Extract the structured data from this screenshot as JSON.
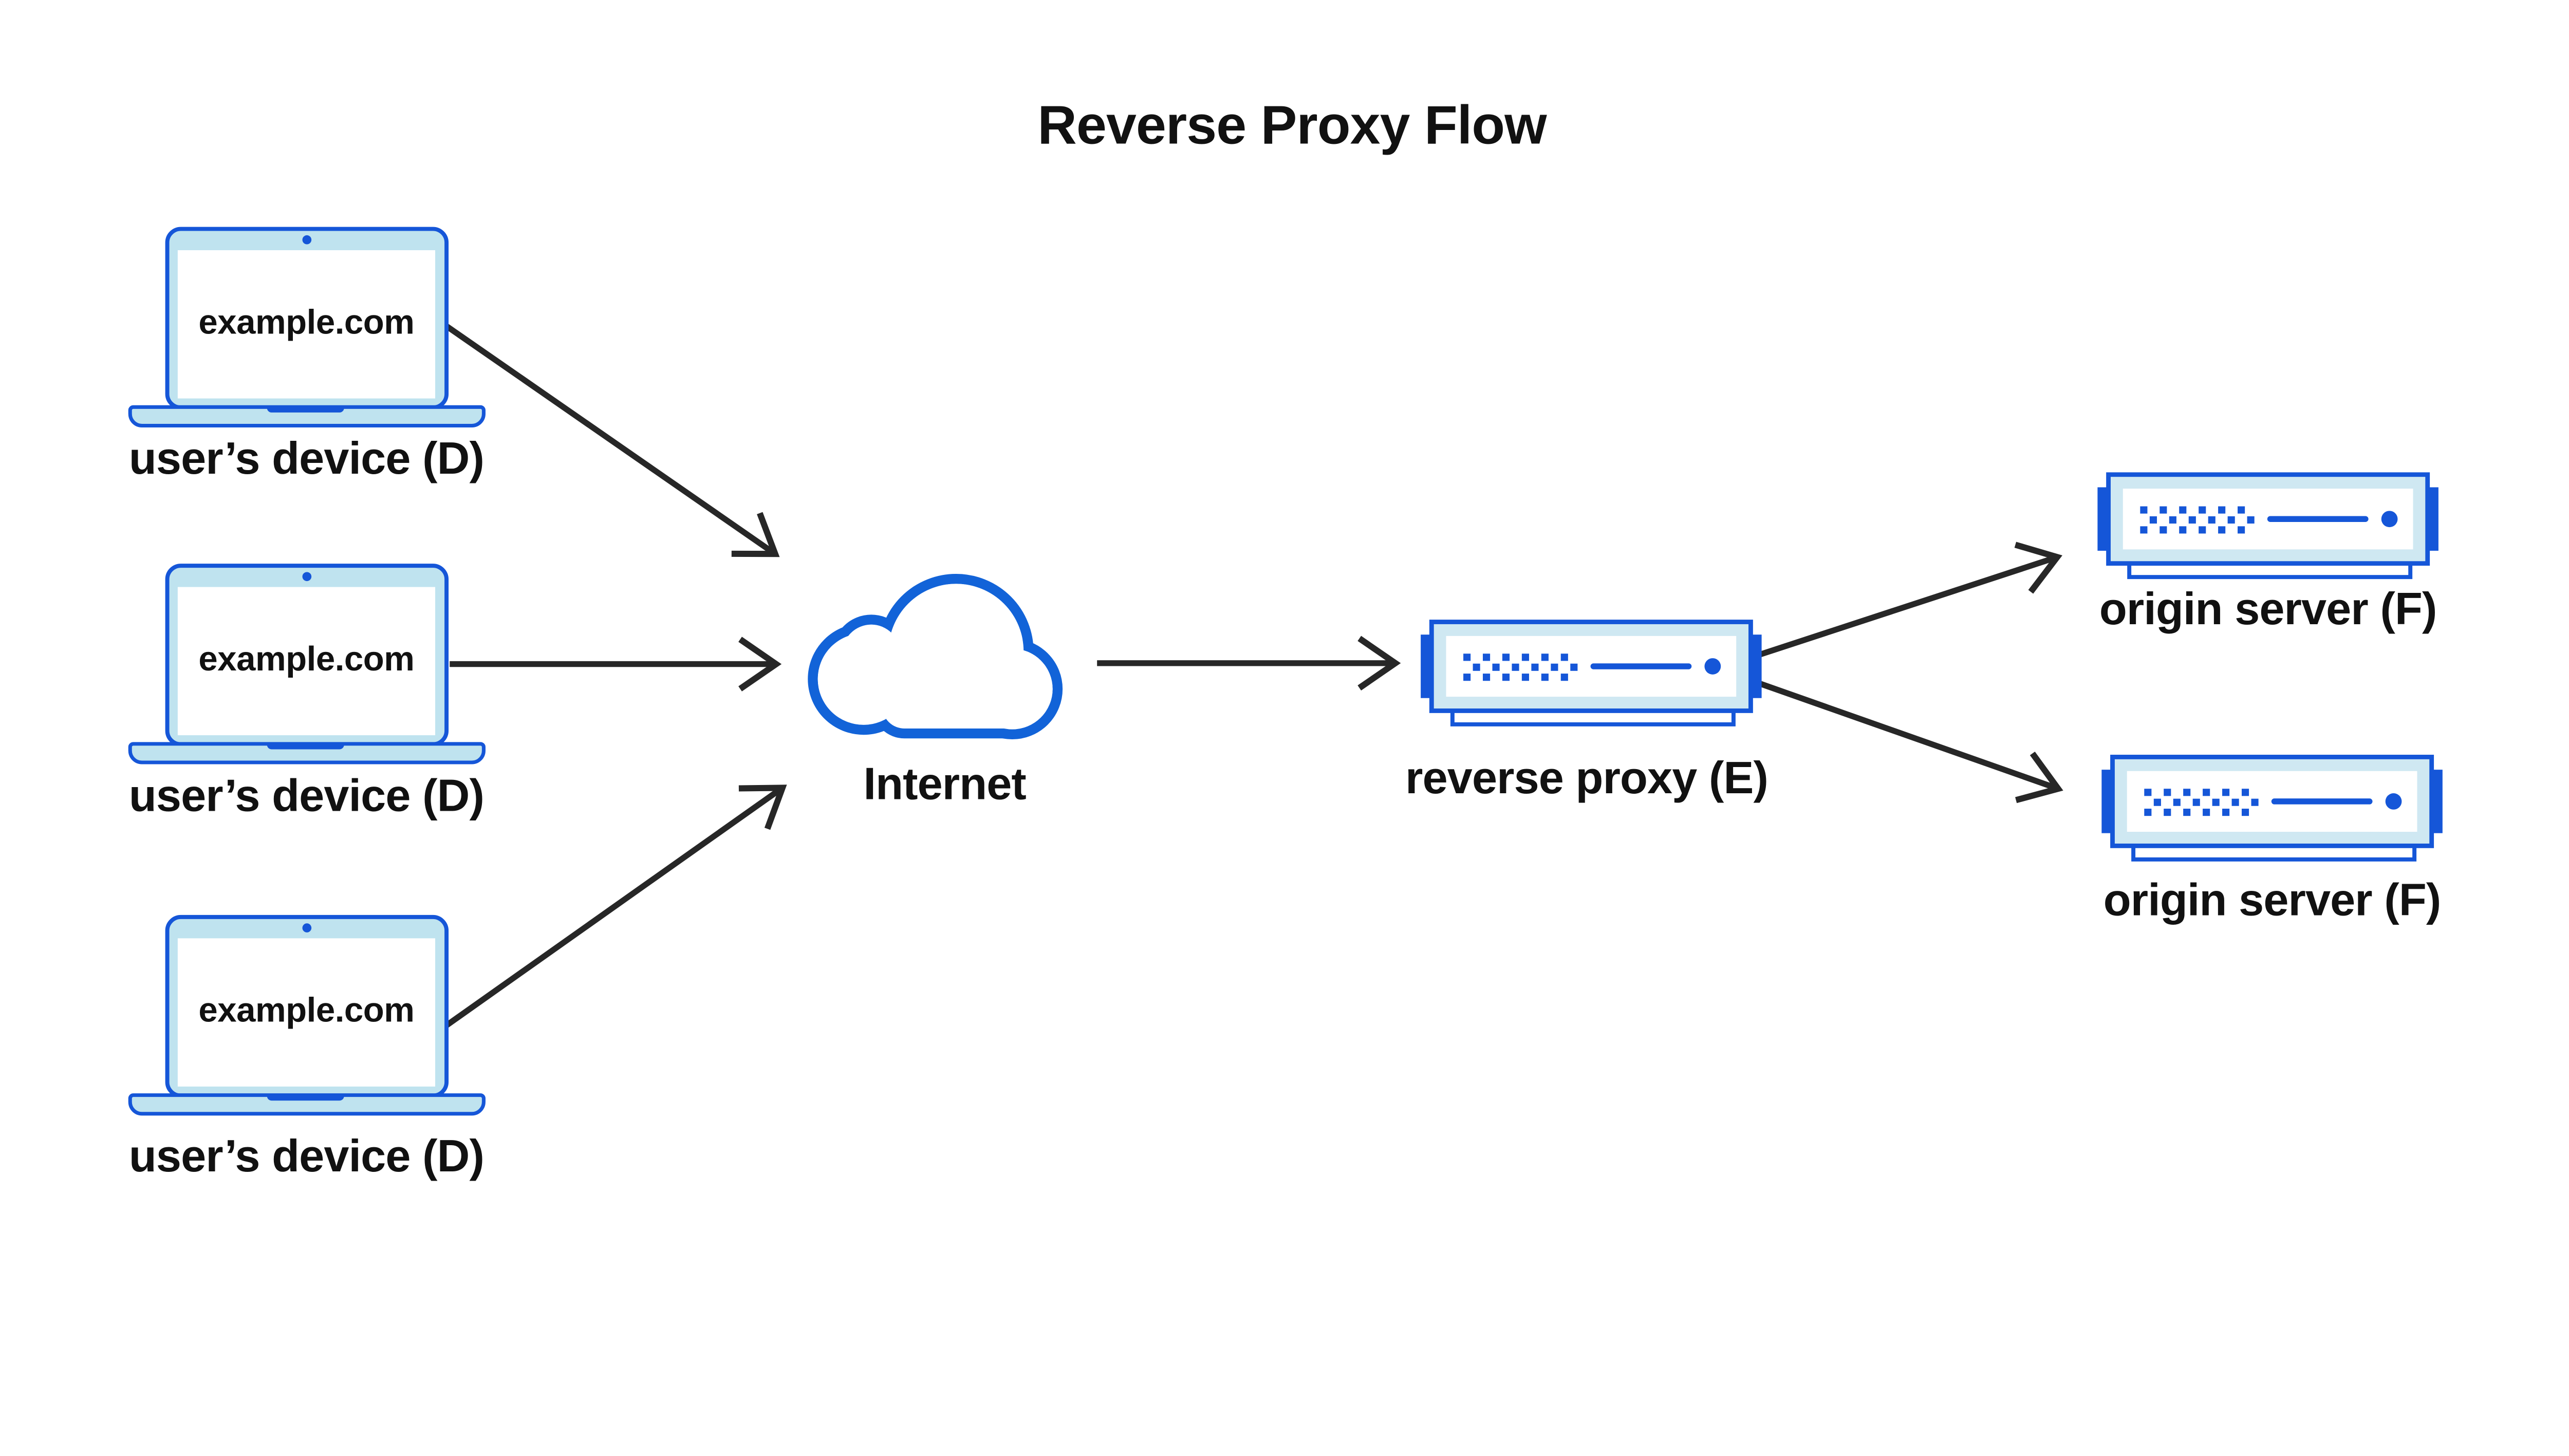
{
  "title": "Reverse Proxy Flow",
  "nodes": {
    "devices": [
      {
        "screen_text": "example.com",
        "label": "user’s device (D)"
      },
      {
        "screen_text": "example.com",
        "label": "user’s device (D)"
      },
      {
        "screen_text": "example.com",
        "label": "user’s device (D)"
      }
    ],
    "internet": {
      "label": "Internet"
    },
    "reverse_proxy": {
      "label": "reverse proxy (E)"
    },
    "origin_servers": [
      {
        "label": "origin server (F)"
      },
      {
        "label": "origin server (F)"
      }
    ]
  },
  "connections": [
    {
      "from": "user-device-1",
      "to": "internet"
    },
    {
      "from": "user-device-2",
      "to": "internet"
    },
    {
      "from": "user-device-3",
      "to": "internet"
    },
    {
      "from": "internet",
      "to": "reverse-proxy"
    },
    {
      "from": "reverse-proxy",
      "to": "origin-server-1"
    },
    {
      "from": "reverse-proxy",
      "to": "origin-server-2"
    }
  ],
  "colors": {
    "device_blue": "#1556d8",
    "cloud_blue": "#1263d8",
    "laptop_fill": "#bfe3ef",
    "server_fill": "#cfe8f2",
    "arrow": "#272727",
    "text": "#111111",
    "background": "#ffffff"
  }
}
